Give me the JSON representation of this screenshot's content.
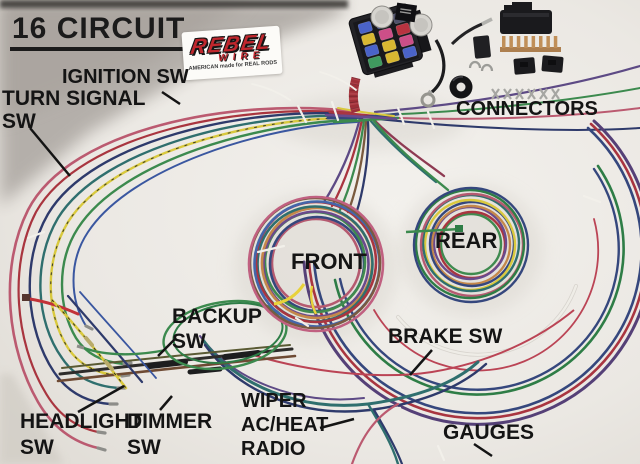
{
  "heading": "16 CIRCUIT",
  "logo": {
    "brand": "REBEL",
    "brand_sub": "WIRE",
    "tagline": "AMERICAN made for REAL RODS"
  },
  "annotations": {
    "ignition": "IGNITION SW",
    "turn_signal_1": "TURN SIGNAL",
    "turn_signal_2": "SW",
    "connectors": "CONNECTORS",
    "front": "FRONT",
    "rear": "REAR",
    "backup_1": "BACKUP",
    "backup_2": "SW",
    "brake": "BRAKE SW",
    "headlight_1": "HEADLIGHT",
    "headlight_2": "SW",
    "dimmer_1": "DIMMER",
    "dimmer_2": "SW",
    "wiper_1": "WIPER",
    "wiper_2": "AC/HEAT",
    "wiper_3": "RADIO",
    "gauges": "GAUGES"
  },
  "colors": {
    "brand_red": "#c0272d",
    "annotation_text": "#141414",
    "backdrop": "#eceae5"
  },
  "photo": {
    "depicted_parts": [
      "fuse-block",
      "flasher-relays",
      "relay",
      "ring-terminal-wire",
      "connector-kit",
      "rubber-grommet",
      "front-wire-coil",
      "rear-wire-coil",
      "backup-wire-loop",
      "wire-bundles"
    ],
    "wire_palette": [
      "#bb5a70",
      "#a93540",
      "#2e3a6b",
      "#2f6f6e",
      "#3c8a4e",
      "#d9c93e",
      "#5d4a85",
      "#c4874a",
      "#7a5a42",
      "#efede7"
    ]
  }
}
